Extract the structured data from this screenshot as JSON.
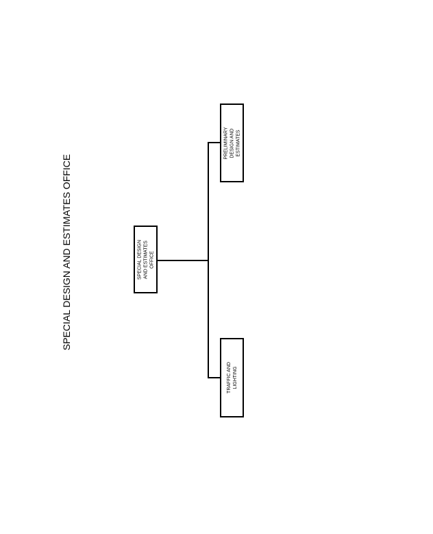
{
  "title": "SPECIAL DESIGN AND ESTIMATES OFFICE",
  "nodes": {
    "root": {
      "lines": [
        "SPECIAL DESIGN",
        "AND ESTIMATES",
        "OFFICE"
      ]
    },
    "preliminary": {
      "lines": [
        "PRELIMINARY",
        "DESIGN AND",
        "ESTIMATES"
      ]
    },
    "traffic": {
      "lines": [
        "TRAFFIC AND",
        "LIGHTING"
      ]
    }
  }
}
